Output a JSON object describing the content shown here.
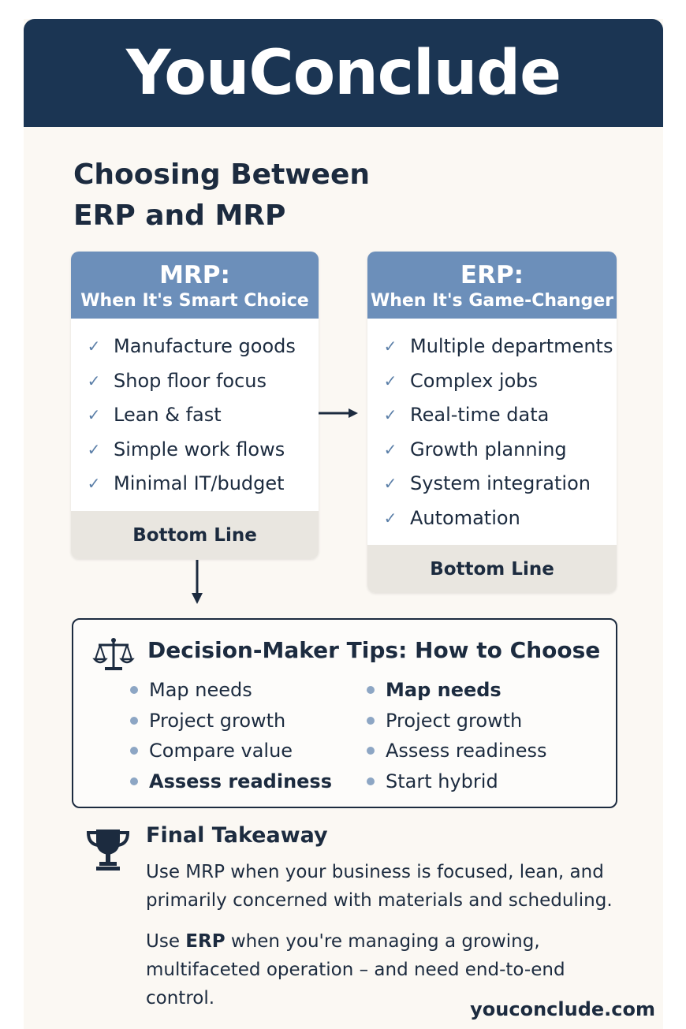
{
  "header": {
    "brand": "YouConclude"
  },
  "page_title": {
    "line1": "Choosing Between",
    "line2": "ERP and MRP"
  },
  "mrp_card": {
    "title": "MRP:",
    "subtitle": "When It's Smart Choice",
    "items": [
      "Manufacture goods",
      "Shop floor focus",
      "Lean & fast",
      "Simple work flows",
      "Minimal IT/budget"
    ],
    "footer": "Bottom Line"
  },
  "erp_card": {
    "title": "ERP:",
    "subtitle": "When It's Game-Changer",
    "items": [
      "Multiple departments",
      "Complex jobs",
      "Real-time data",
      "Growth planning",
      "System integration",
      "Automation"
    ],
    "footer": "Bottom Line"
  },
  "tips": {
    "title": "Decision-Maker Tips: How to Choose",
    "left": [
      "Map needs",
      "Project growth",
      "Compare value",
      "Assess readiness"
    ],
    "right": [
      "Map needs",
      "Project growth",
      "Assess readiness",
      "Start hybrid"
    ]
  },
  "takeaway": {
    "title": "Final Takeaway",
    "p1": "Use MRP when your business is focused, lean, and primarily concerned with materials and scheduling.",
    "p2_before": "Use ",
    "p2_bold": "ERP",
    "p2_after": " when you're managing a growing, multifaceted operation – and need end-to-end control."
  },
  "footer": {
    "url": "youconclude.com"
  },
  "colors": {
    "navy": "#1b3553",
    "card_header": "#6c8fba",
    "check": "#5b7fa8",
    "footer_band": "#e9e6e0",
    "bullet": "#8da6c4"
  },
  "icons": {
    "check": "check-icon",
    "bullet": "bullet-icon",
    "scale": "scale-icon",
    "trophy": "trophy-icon",
    "arrow": "arrow-icon"
  }
}
